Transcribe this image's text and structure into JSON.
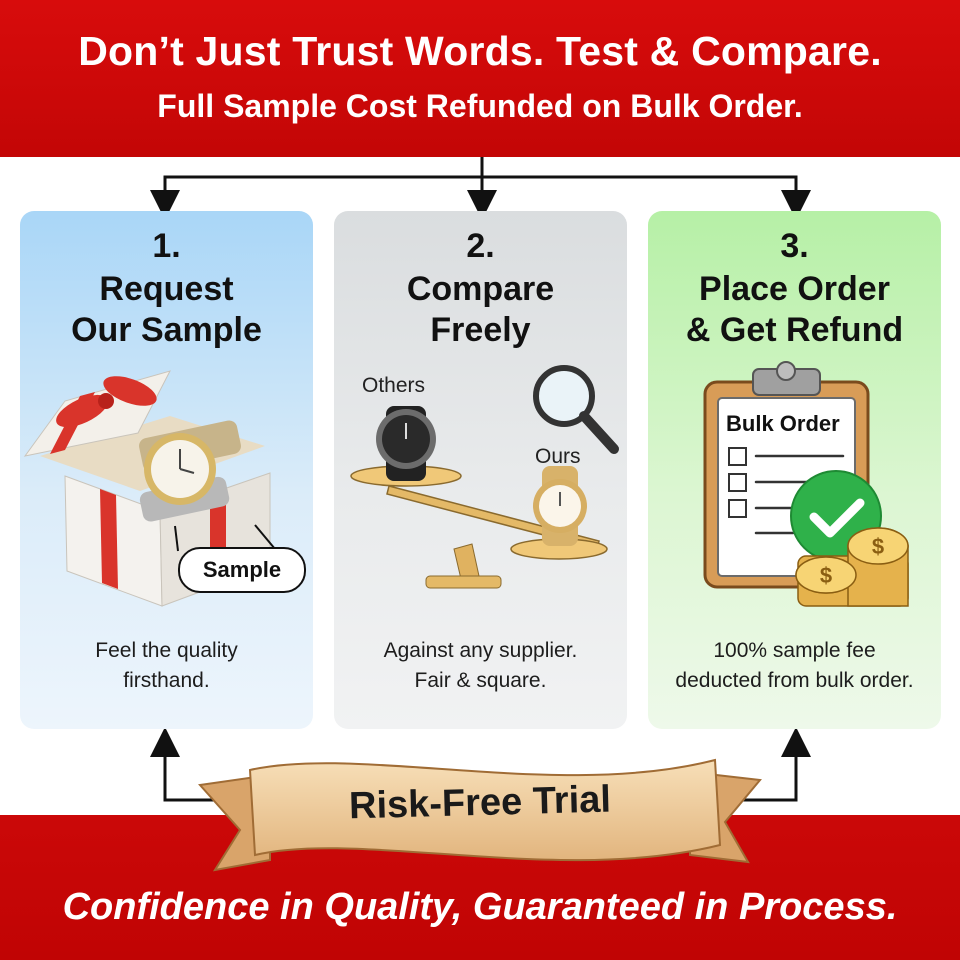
{
  "header": {
    "title": "Don’t Just Trust Words. Test & Compare.",
    "subtitle": "Full Sample Cost Refunded on Bulk Order."
  },
  "steps": [
    {
      "number": "1.",
      "title_lines": [
        "Request",
        "Our Sample"
      ],
      "label": "Sample",
      "desc_lines": [
        "Feel the quality",
        "firsthand."
      ],
      "icons": [
        "gift-box-icon",
        "watch-icon"
      ]
    },
    {
      "number": "2.",
      "title_lines": [
        "Compare",
        "Freely"
      ],
      "labels": {
        "others": "Others",
        "ours": "Ours"
      },
      "desc_lines": [
        "Against any supplier.",
        "Fair & square."
      ],
      "icons": [
        "magnifier-icon",
        "balance-scale-icon",
        "watch-icon"
      ]
    },
    {
      "number": "3.",
      "title_lines": [
        "Place Order",
        "& Get Refund"
      ],
      "clipboard_title": "Bulk Order",
      "desc_lines": [
        "100% sample fee",
        "deducted from bulk order."
      ],
      "icons": [
        "clipboard-icon",
        "checkmark-icon",
        "coins-icon"
      ]
    }
  ],
  "ribbon": {
    "text": "Risk-Free Trial"
  },
  "footer": {
    "tagline": "Confidence in Quality, Guaranteed in Process."
  },
  "colors": {
    "brand_red": "#c80808",
    "card1": "#a9d6f7",
    "card2": "#dadddf",
    "card3": "#b6f0a6",
    "ribbon": "#f0cfa0",
    "check_green": "#2fb14a",
    "gold": "#e3b34c"
  }
}
